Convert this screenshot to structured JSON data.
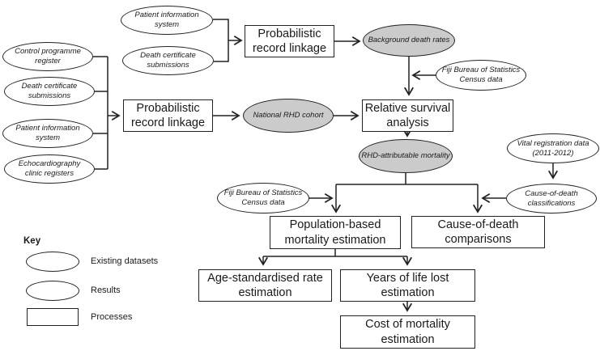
{
  "nodes": {
    "top_patient_info": "Patient information\nsystem",
    "top_death_cert": "Death certificate\nsubmissions",
    "prob_linkage_top": "Probabilistic\nrecord linkage",
    "background_death_rates": "Background death rates",
    "fiji_census_top": "Fiji Bureau of Statistics\nCensus data",
    "control_programme": "Control programme\nregister",
    "death_cert_left": "Death certificate\nsubmissions",
    "patient_info_left": "Patient information\nsystem",
    "echo_registers": "Echocardiography\nclinic registers",
    "prob_linkage_mid": "Probabilistic\nrecord linkage",
    "national_rhd_cohort": "National RHD cohort",
    "relative_survival": "Relative survival\nanalysis",
    "rhd_attributable": "RHD-attributable mortality",
    "vital_registration": "Vital registration data\n(2011-2012)",
    "cod_classifications": "Cause-of-death\nclassifications",
    "fiji_census_mid": "Fiji Bureau of Statistics\nCensus data",
    "population_mortality": "Population-based\nmortality estimation",
    "cod_comparisons": "Cause-of-death\ncomparisons",
    "age_standardised": "Age-standardised rate\nestimation",
    "years_life_lost": "Years of life lost\nestimation",
    "cost_mortality": "Cost of mortality\nestimation"
  },
  "key": {
    "title": "Key",
    "items": [
      {
        "label": "Existing datasets",
        "swatch": "white-ellipse"
      },
      {
        "label": "Results",
        "swatch": "gray-ellipse"
      },
      {
        "label": "Processes",
        "swatch": "rectangle"
      }
    ]
  },
  "colors": {
    "results_fill": "#cbcbcb",
    "datasets_fill": "#ffffff",
    "line": "#222222"
  }
}
